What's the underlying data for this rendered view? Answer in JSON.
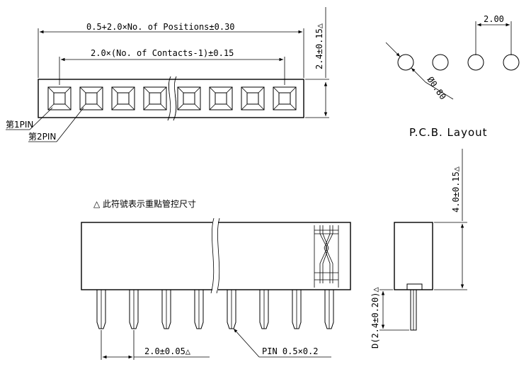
{
  "labels": {
    "overall_length": "0.5+2.0×No. of Positions±0.30",
    "contacts_span": "2.0×(No. of Contacts-1)±0.15",
    "top_height": "2.4±0.15△",
    "pin1": "第1PIN",
    "pin2": "第2PIN",
    "pcb_pitch": "2.00",
    "pcb_hole": "Ø0.80",
    "pcb_title": "P.C.B. Layout",
    "control_note": "△ 此符號表示重點管控尺寸",
    "body_height": "4.0±0.15△",
    "pin_depth": "D(2.4±0.20)△",
    "pin_pitch": "2.0±0.05△",
    "pin_size": "PIN 0.5×0.2"
  }
}
